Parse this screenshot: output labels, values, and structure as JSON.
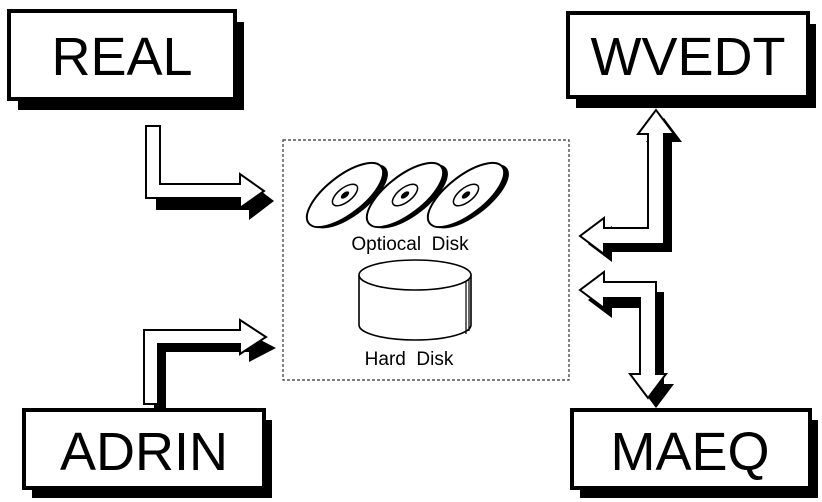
{
  "nodes": {
    "real": "REAL",
    "wvedt": "WVEDT",
    "adrin": "ADRIN",
    "maeq": "MAEQ"
  },
  "storage": {
    "optical_label": "Optiocal  Disk",
    "hard_label": "Hard  Disk"
  },
  "colors": {
    "ink": "#000000",
    "paper": "#ffffff"
  }
}
